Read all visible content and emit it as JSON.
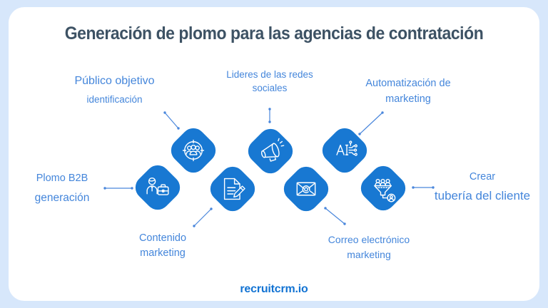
{
  "title": "Generación de plomo para las agencias de contratación",
  "brand": "recruitcrm.io",
  "colors": {
    "page_background": "#d7e7fb",
    "card_background": "#ffffff",
    "icon_blue": "#1878d2",
    "label_blue": "#4486db",
    "title_color": "#3d5264",
    "brand_blue": "#1273d3"
  },
  "nodes": [
    {
      "id": "b2b-lead-generation",
      "icon": "businessman-briefcase-icon",
      "line1": "Plomo B2B",
      "line2": "generación"
    },
    {
      "id": "target-audience",
      "icon": "target-audience-icon",
      "line1": "Público objetivo",
      "line2": "identificación"
    },
    {
      "id": "content-marketing",
      "icon": "document-pen-icon",
      "line1": "Contenido",
      "line2": "marketing"
    },
    {
      "id": "social-media-leaders",
      "icon": "megaphone-icon",
      "line1": "Lideres de las redes",
      "line2": "sociales"
    },
    {
      "id": "email-marketing",
      "icon": "envelope-at-icon",
      "line1": "Correo electrónico",
      "line2": "marketing"
    },
    {
      "id": "marketing-automation",
      "icon": "ai-circuit-icon",
      "line1": "Automatización de",
      "line2": "marketing"
    },
    {
      "id": "client-pipeline",
      "icon": "funnel-client-icon",
      "line1": "Crear",
      "line2": "tubería del cliente"
    }
  ]
}
